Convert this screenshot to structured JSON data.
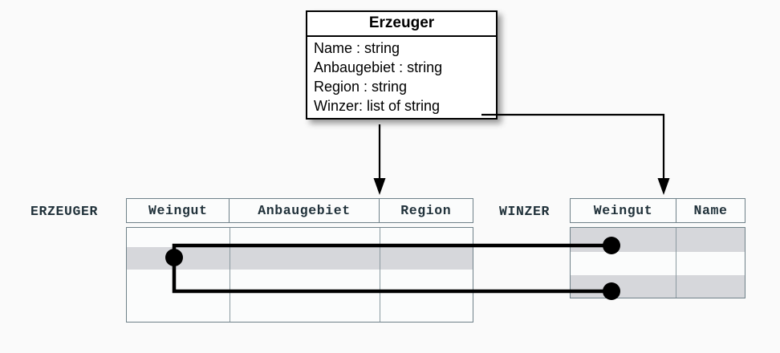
{
  "diagram": {
    "background_color": "#fafafa",
    "uml": {
      "title": "Erzeuger",
      "attributes": [
        "Name : string",
        "Anbaugebiet : string",
        "Region : string",
        "Winzer: list of string"
      ]
    },
    "tables": [
      {
        "id": "erzeuger",
        "label": "ERZEUGER",
        "columns": [
          "Weingut",
          "Anbaugebiet",
          "Region"
        ],
        "row_count": 4,
        "shaded_rows": [
          2
        ]
      },
      {
        "id": "winzer",
        "label": "WINZER",
        "columns": [
          "Weingut",
          "Name"
        ],
        "row_count": 3,
        "shaded_rows": [
          1,
          3
        ]
      }
    ],
    "colors": {
      "shaded_row": "#d6d7db",
      "table_border": "#6f8189",
      "link_stroke": "#000000",
      "uml_border": "#000000",
      "label_text": "#20313a"
    }
  }
}
